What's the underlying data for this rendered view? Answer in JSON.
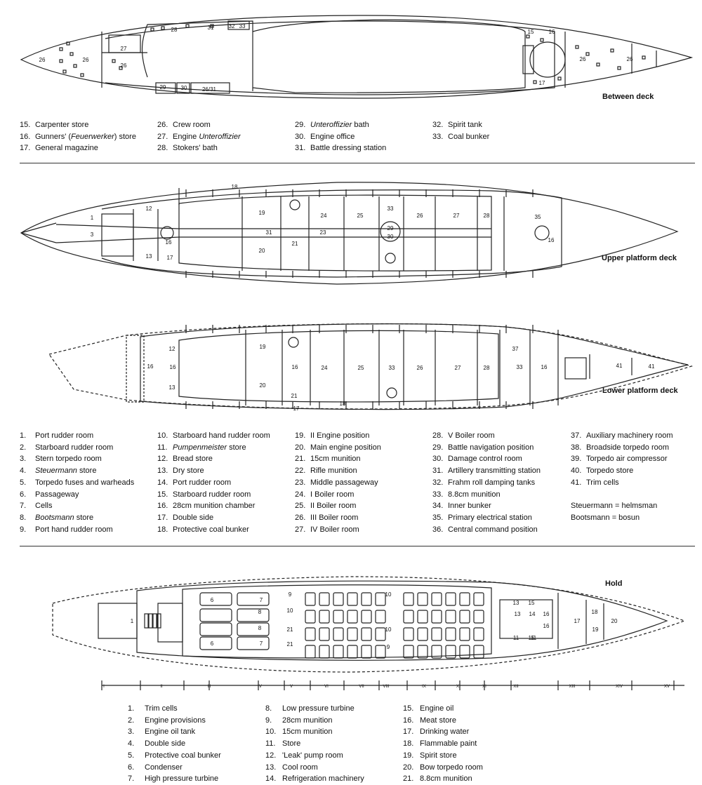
{
  "decks": {
    "between": {
      "title": "Between deck",
      "room_labels": [
        "26",
        "26",
        "27",
        "26",
        "28",
        "31",
        "32",
        "33",
        "29",
        "30",
        "26/31",
        "15",
        "16",
        "26",
        "26",
        "17"
      ],
      "legend": [
        {
          "n": "15.",
          "label": "Carpenter store"
        },
        {
          "n": "16.",
          "label": "Gunners' (Feuerwerker) store"
        },
        {
          "n": "17.",
          "label": "General magazine"
        },
        {
          "n": "26.",
          "label": "Crew room"
        },
        {
          "n": "27.",
          "label": "Engine Unteroffizier"
        },
        {
          "n": "28.",
          "label": "Stokers' bath"
        },
        {
          "n": "29.",
          "label": "Unteroffizier bath"
        },
        {
          "n": "30.",
          "label": "Engine office"
        },
        {
          "n": "31.",
          "label": "Battle dressing station"
        },
        {
          "n": "32.",
          "label": "Spirit tank"
        },
        {
          "n": "33.",
          "label": "Coal bunker"
        }
      ]
    },
    "upper": {
      "title": "Upper platform deck",
      "room_labels": [
        "1",
        "3",
        "12",
        "13",
        "19",
        "20",
        "21",
        "24",
        "25",
        "26",
        "27",
        "28",
        "33",
        "35",
        "16",
        "17",
        "18",
        "31",
        "23",
        "29",
        "30",
        "16"
      ]
    },
    "lower": {
      "title": "Lower platform deck",
      "room_labels": [
        "16",
        "12",
        "13",
        "16",
        "19",
        "20",
        "16",
        "24",
        "25",
        "33",
        "26",
        "27",
        "28",
        "37",
        "33",
        "16",
        "41",
        "41",
        "21",
        "17",
        "18"
      ],
      "legend": [
        {
          "n": "1.",
          "label": "Port rudder room"
        },
        {
          "n": "2.",
          "label": "Starboard rudder room"
        },
        {
          "n": "3.",
          "label": "Stern torpedo room"
        },
        {
          "n": "4.",
          "label": "Steuermann store"
        },
        {
          "n": "5.",
          "label": "Torpedo fuses and warheads"
        },
        {
          "n": "6.",
          "label": "Passageway"
        },
        {
          "n": "7.",
          "label": "Cells"
        },
        {
          "n": "8.",
          "label": "Bootsmann store"
        },
        {
          "n": "9.",
          "label": "Port hand rudder room"
        },
        {
          "n": "10.",
          "label": "Starboard hand rudder room"
        },
        {
          "n": "11.",
          "label": "Pumpenmeister store"
        },
        {
          "n": "12.",
          "label": "Bread store"
        },
        {
          "n": "13.",
          "label": "Dry store"
        },
        {
          "n": "14.",
          "label": "Port rudder room"
        },
        {
          "n": "15.",
          "label": "Starboard rudder room"
        },
        {
          "n": "16.",
          "label": "28cm munition chamber"
        },
        {
          "n": "17.",
          "label": "Double side"
        },
        {
          "n": "18.",
          "label": "Protective coal bunker"
        },
        {
          "n": "19.",
          "label": "II Engine position"
        },
        {
          "n": "20.",
          "label": "Main engine position"
        },
        {
          "n": "21.",
          "label": "15cm munition"
        },
        {
          "n": "22.",
          "label": "Rifle munition"
        },
        {
          "n": "23.",
          "label": "Middle passageway"
        },
        {
          "n": "24.",
          "label": "I Boiler room"
        },
        {
          "n": "25.",
          "label": "II Boiler room"
        },
        {
          "n": "26.",
          "label": "III Boiler room"
        },
        {
          "n": "27.",
          "label": "IV Boiler room"
        },
        {
          "n": "28.",
          "label": "V Boiler room"
        },
        {
          "n": "29.",
          "label": "Battle navigation position"
        },
        {
          "n": "30.",
          "label": "Damage control room"
        },
        {
          "n": "31.",
          "label": "Artillery transmitting station"
        },
        {
          "n": "32.",
          "label": "Frahm roll damping tanks"
        },
        {
          "n": "33.",
          "label": "8.8cm munition"
        },
        {
          "n": "34.",
          "label": "Inner bunker"
        },
        {
          "n": "35.",
          "label": "Primary electrical station"
        },
        {
          "n": "36.",
          "label": "Central command position"
        },
        {
          "n": "37.",
          "label": "Auxiliary machinery room"
        },
        {
          "n": "38.",
          "label": "Broadside torpedo room"
        },
        {
          "n": "39.",
          "label": "Torpedo air compressor"
        },
        {
          "n": "40.",
          "label": "Torpedo store"
        },
        {
          "n": "41.",
          "label": "Trim cells"
        }
      ],
      "notes": [
        "Steuermann = helmsman",
        "Bootsmann = bosun"
      ]
    },
    "hold": {
      "title": "Hold",
      "room_labels": [
        "1",
        "6",
        "6",
        "8",
        "8",
        "7",
        "7",
        "9",
        "10",
        "21",
        "21",
        "10",
        "10",
        "9",
        "13",
        "11",
        "11",
        "15",
        "15",
        "13",
        "14",
        "16",
        "16",
        "18",
        "19",
        "20",
        "17"
      ],
      "frame_labels": [
        "I",
        "II",
        "III",
        "IV",
        "V",
        "VI",
        "VII",
        "VIII",
        "IX",
        "X",
        "XI",
        "XII",
        "XIII",
        "XIV",
        "XV"
      ],
      "legend": [
        {
          "n": "1.",
          "label": "Trim cells"
        },
        {
          "n": "2.",
          "label": "Engine provisions"
        },
        {
          "n": "3.",
          "label": "Engine oil tank"
        },
        {
          "n": "4.",
          "label": "Double side"
        },
        {
          "n": "5.",
          "label": "Protective coal bunker"
        },
        {
          "n": "6.",
          "label": "Condenser"
        },
        {
          "n": "7.",
          "label": "High pressure turbine"
        },
        {
          "n": "8.",
          "label": "Low pressure turbine"
        },
        {
          "n": "9.",
          "label": "28cm munition"
        },
        {
          "n": "10.",
          "label": "15cm munition"
        },
        {
          "n": "11.",
          "label": "Store"
        },
        {
          "n": "12.",
          "label": "'Leak' pump room"
        },
        {
          "n": "13.",
          "label": "Cool room"
        },
        {
          "n": "14.",
          "label": "Refrigeration machinery"
        },
        {
          "n": "15.",
          "label": "Engine oil"
        },
        {
          "n": "16.",
          "label": "Meat store"
        },
        {
          "n": "17.",
          "label": "Drinking water"
        },
        {
          "n": "18.",
          "label": "Flammable paint"
        },
        {
          "n": "19.",
          "label": "Spirit store"
        },
        {
          "n": "20.",
          "label": "Bow torpedo room"
        },
        {
          "n": "21.",
          "label": "8.8cm munition"
        }
      ]
    }
  }
}
